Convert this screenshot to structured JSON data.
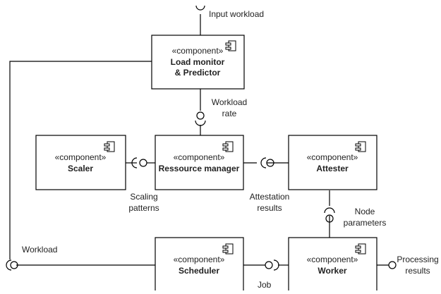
{
  "stereotype": "«component»",
  "components": {
    "load_monitor": {
      "name_line1": "Load monitor",
      "name_line2": "& Predictor"
    },
    "scaler": {
      "name": "Scaler"
    },
    "resource_manager": {
      "name": "Ressource manager"
    },
    "attester": {
      "name": "Attester"
    },
    "scheduler": {
      "name": "Scheduler"
    },
    "worker": {
      "name": "Worker"
    }
  },
  "interfaces": {
    "input_workload": "Input workload",
    "workload_rate_1": "Workload",
    "workload_rate_2": "rate",
    "scaling_patterns_1": "Scaling",
    "scaling_patterns_2": "patterns",
    "attestation_results_1": "Attestation",
    "attestation_results_2": "results",
    "node_parameters_1": "Node",
    "node_parameters_2": "parameters",
    "workload": "Workload",
    "job": "Job",
    "processing_results_1": "Processing",
    "processing_results_2": "results"
  }
}
